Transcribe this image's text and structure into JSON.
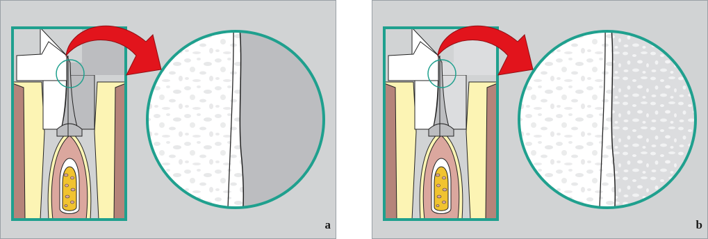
{
  "panels": [
    {
      "id": "a",
      "label": "a",
      "magnified_right_side": "solid-gray"
    },
    {
      "id": "b",
      "label": "b",
      "magnified_right_side": "speckled-gray"
    }
  ],
  "colors": {
    "background": "#d1d3d4",
    "frame_border": "#9aa0a6",
    "teal_outline": "#1fa08e",
    "arrow_red": "#e2141c",
    "enamel_white": "#ffffff",
    "speckle_white": "#f2f3f4",
    "dentin_yellow": "#fcf4b4",
    "gingiva_brown": "#b5847a",
    "pulp_pink": "#dba79e",
    "pulp_core_yellow": "#f1c330",
    "restoration_gray_a": "#bcbdc0",
    "restoration_gray_b": "#dcdddf"
  }
}
